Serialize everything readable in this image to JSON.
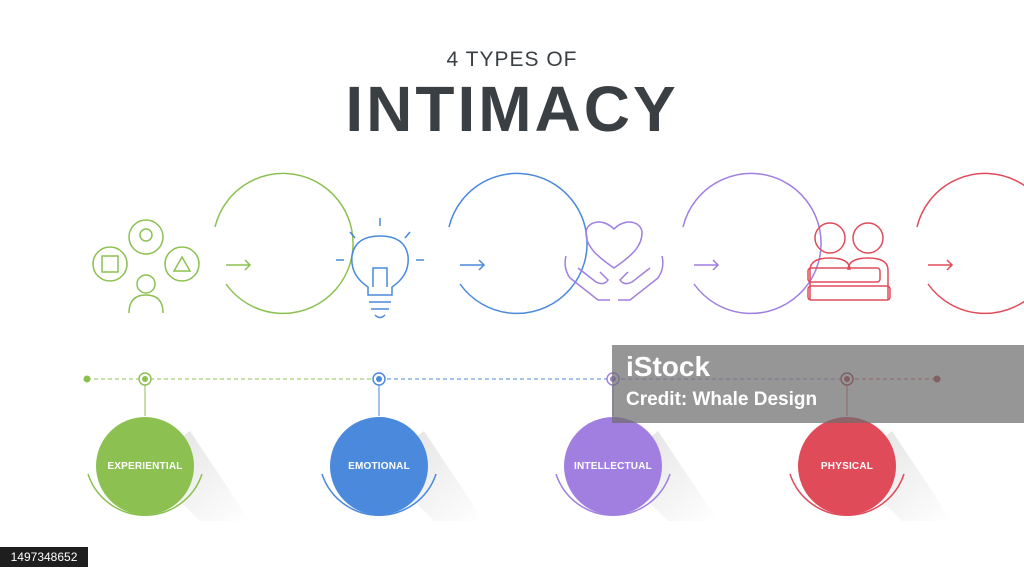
{
  "header": {
    "subtitle": "4 TYPES OF",
    "title": "INTIMACY"
  },
  "stages": [
    {
      "label": "EXPERIENTIAL",
      "icon": "people-shapes-icon",
      "color": "#8cc152"
    },
    {
      "label": "EMOTIONAL",
      "icon": "lightbulb-icon",
      "color": "#4a89dc"
    },
    {
      "label": "INTELLECTUAL",
      "icon": "heart-hands-icon",
      "color": "#a07fe0"
    },
    {
      "label": "PHYSICAL",
      "icon": "hug-icon",
      "color": "#e04b5a"
    }
  ],
  "watermark": {
    "logo": "iStock",
    "credit": "Credit: Whale Design"
  },
  "stock_id": "1497348652"
}
